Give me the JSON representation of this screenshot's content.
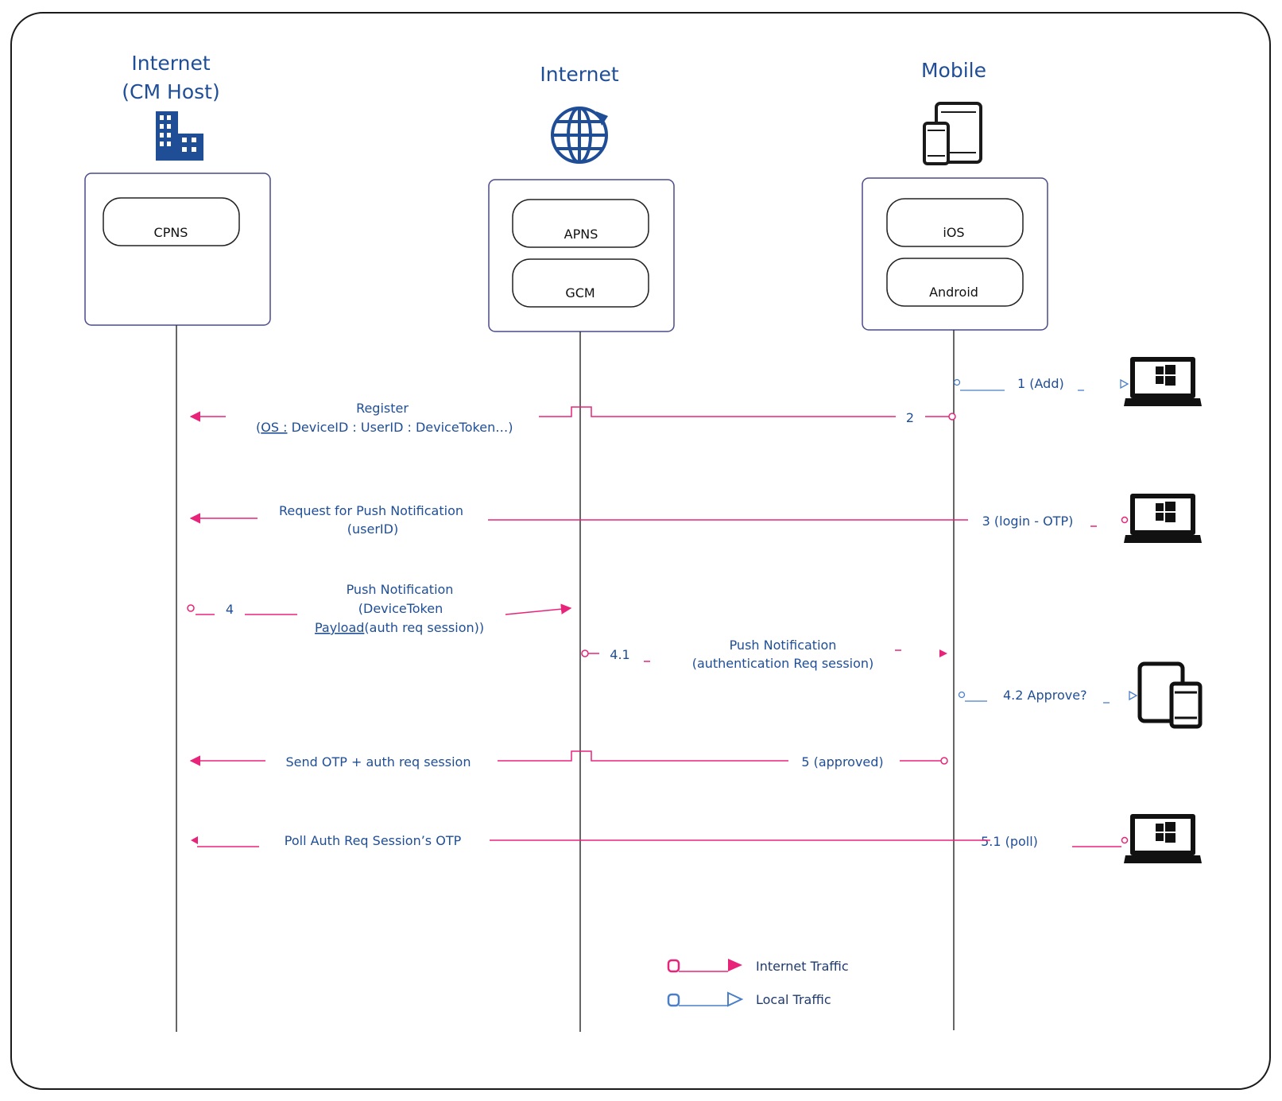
{
  "colors": {
    "internet_traffic": "#e8247a",
    "local_traffic": "#4a7fc8",
    "text_blue": "#1f4e96",
    "frame": "#1a1a1a",
    "box_border": "#4a4a8a"
  },
  "participants": [
    {
      "title_line1": "Internet",
      "title_line2": "(CM Host)",
      "icon": "office-building-icon",
      "services": [
        "CPNS"
      ]
    },
    {
      "title_line1": "Internet",
      "title_line2": "",
      "icon": "globe-sync-icon",
      "services": [
        "APNS",
        "GCM"
      ]
    },
    {
      "title_line1": "Mobile",
      "title_line2": "",
      "icon": "phone-tablet-icon",
      "services": [
        "iOS",
        "Android"
      ]
    }
  ],
  "messages": {
    "m1": {
      "step": "1 (Add)",
      "traffic": "local"
    },
    "m2": {
      "step": "2",
      "label_line1": "Register",
      "label_line2_os": "OS :",
      "label_line2_rest": " DeviceID : UserID : DeviceToken…)",
      "label_line2_open": "(",
      "traffic": "internet"
    },
    "m3": {
      "step": "3 (login - OTP)",
      "label_line1": "Request for Push Notification",
      "label_line2": "(userID)",
      "traffic": "internet"
    },
    "m4": {
      "step": "4",
      "label_line1": "Push Notification",
      "label_line2": "(DeviceToken",
      "label_line3_ul": "Payload",
      "label_line3_rest": "(auth req session))",
      "traffic": "internet"
    },
    "m41": {
      "step": "4.1",
      "label_line1": "Push Notification",
      "label_line2": "(authentication Req session)",
      "traffic": "internet"
    },
    "m42": {
      "step": "4.2 Approve?",
      "traffic": "local"
    },
    "m5": {
      "step": "5 (approved)",
      "label_line1": "Send OTP + auth req session",
      "traffic": "internet"
    },
    "m51": {
      "step": "5.1 (poll)",
      "label_line1": "Poll Auth Req Session’s OTP",
      "traffic": "internet"
    }
  },
  "devices": [
    {
      "icon": "windows-laptop-icon",
      "row": "1 (Add)"
    },
    {
      "icon": "windows-laptop-icon",
      "row": "3 (login - OTP)"
    },
    {
      "icon": "phone-tablet-icon",
      "row": "4.2 Approve?"
    },
    {
      "icon": "windows-laptop-icon",
      "row": "5.1 (poll)"
    }
  ],
  "legend": {
    "internet_label": "Internet Traffic",
    "local_label": "Local Traffic"
  }
}
